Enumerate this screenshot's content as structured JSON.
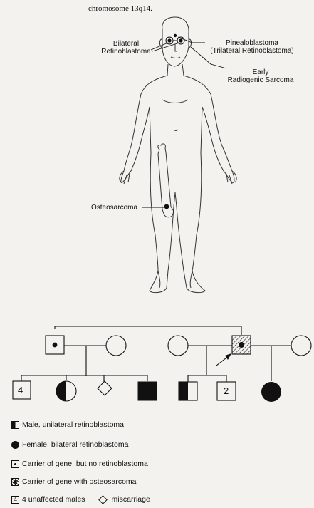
{
  "header": {
    "fragment": "chromosome 13q14."
  },
  "body_labels": {
    "bilateral_line1": "Bilateral",
    "bilateral_line2": "Retinoblastoma",
    "pinealo_line1": "Pinealoblastoma",
    "pinealo_line2": "(Trilateral Retinoblastoma)",
    "early_line1": "Early",
    "early_line2": "Radiogenic Sarcoma",
    "osteosarcoma": "Osteosarcoma"
  },
  "pedigree": {
    "unaffected_males_count": "4",
    "unaffected_males_count_right": "2"
  },
  "legend": {
    "male_unilateral": "Male, unilateral retinoblastoma",
    "female_bilateral": "Female, bilateral retinoblastoma",
    "carrier_no_rb": "Carrier of gene, but no retinoblastoma",
    "carrier_osteo": "Carrier of gene with osteosarcoma",
    "box_count": "4",
    "unaffected_males": "4 unaffected males",
    "miscarriage": "miscarriage"
  },
  "icons": [
    "half-filled-square-icon",
    "filled-circle-icon",
    "dotted-square-icon",
    "hatched-square-icon",
    "diamond-icon"
  ]
}
